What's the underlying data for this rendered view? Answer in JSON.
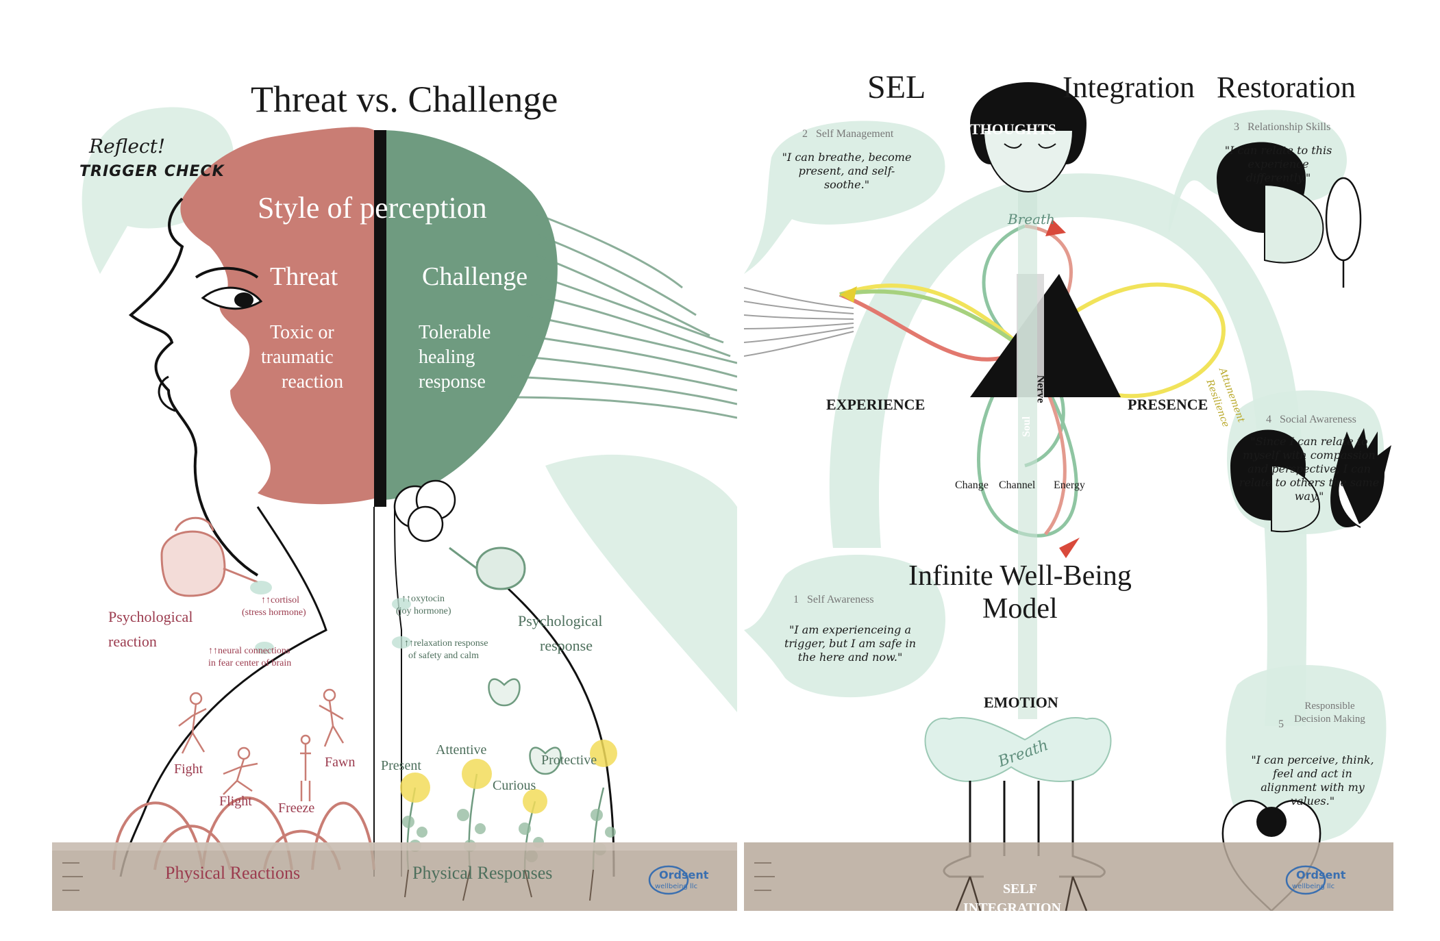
{
  "left_panel": {
    "title": "Threat vs. Challenge",
    "reflect": "Reflect!",
    "trigger_check": "TRIGGER CHECK",
    "style_of_perception": "Style of perception",
    "threat": "Threat",
    "threat_desc": [
      "Toxic or",
      "traumatic",
      "reaction"
    ],
    "challenge": "Challenge",
    "challenge_desc": [
      "Tolerable",
      "healing",
      "response"
    ],
    "psych_reaction": [
      "Psychological",
      "reaction"
    ],
    "psych_response": [
      "Psychological",
      "response"
    ],
    "cortisol": [
      "↑↑cortisol",
      "(stress hormone)"
    ],
    "neural": [
      "↑↑neural connections",
      "in fear center of brain"
    ],
    "oxytocin": [
      "↑↑oxytocin",
      "(joy hormone)"
    ],
    "relaxation": [
      "↑↑relaxation response",
      "of safety and calm"
    ],
    "reactions": [
      "Fight",
      "Flight",
      "Freeze",
      "Fawn"
    ],
    "responses": [
      "Present",
      "Attentive",
      "Curious",
      "Protective"
    ],
    "physical_reactions": "Physical Reactions",
    "physical_responses": "Physical Responses"
  },
  "right_panel": {
    "sel": "SEL",
    "integration": "Integration",
    "restoration": "Restoration",
    "thoughts": "THOUGHTS",
    "breath_top": "Breath",
    "breath_bottom": "Breath",
    "experience": "EXPERIENCE",
    "presence": "PRESENCE",
    "attunement": [
      "Attunement",
      "Resilience"
    ],
    "soul": "Soul",
    "nerve": "Nerve",
    "triangle_labels": [
      "Change",
      "Channel",
      "Energy"
    ],
    "model_title": [
      "Infinite Well-Being",
      "Model"
    ],
    "emotion": "EMOTION",
    "self_integration": [
      "SELF",
      "INTEGRATION"
    ],
    "items": [
      {
        "num": "1",
        "title": "Self Awareness",
        "quote": "\"I am experienceing a trigger, but I am safe in the here and now.\""
      },
      {
        "num": "2",
        "title": "Self Management",
        "quote": "\"I can breathe, become present, and self-soothe.\""
      },
      {
        "num": "3",
        "title": "Relationship Skills",
        "quote": "\"I can relate to this experience differently.\""
      },
      {
        "num": "4",
        "title": "Social Awareness",
        "quote": "\"Since I can relate to myself with compassion and perspective, I can relate to others the same way.\""
      },
      {
        "num": "5",
        "title": "Responsible Decision Making",
        "quote": "\"I can perceive, think, feel and act in alignment with my values.\""
      }
    ],
    "brand": [
      "Ordsent",
      "wellbeing llc"
    ]
  },
  "colors": {
    "threat": "#c97d74",
    "challenge": "#6f9b80",
    "mint": "#d8ece2",
    "ground": "#b7a99b",
    "threat_text": "#9b3b4e",
    "challenge_text": "#4d6f5c"
  }
}
